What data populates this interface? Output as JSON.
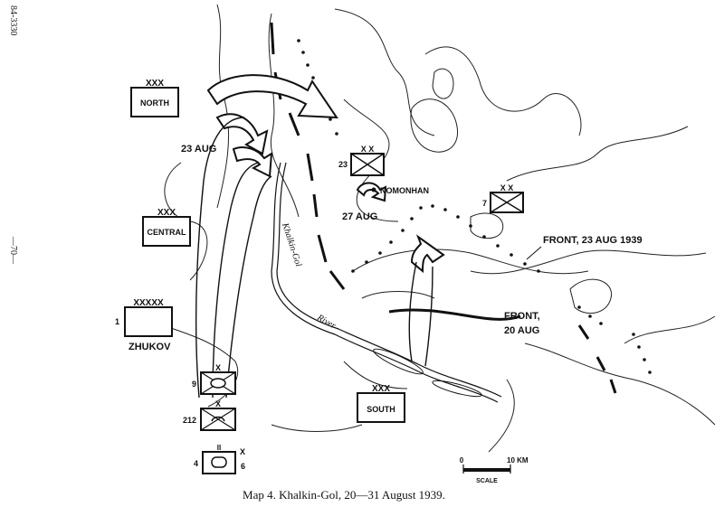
{
  "side_labels": {
    "doc_id": "84-3330",
    "page": "—70—"
  },
  "caption": "Map 4.  Khalkin-Gol, 20—31 August 1939.",
  "units": {
    "north": {
      "echelon": "XXX",
      "label": "NORTH"
    },
    "central": {
      "echelon": "XXX",
      "label": "CENTRAL"
    },
    "south": {
      "echelon": "XXX",
      "label": "SOUTH"
    },
    "zhukov": {
      "echelon": "XXXXX",
      "number": "1",
      "label": "ZHUKOV"
    },
    "div23": {
      "echelon": "X X",
      "number": "23"
    },
    "div7": {
      "echelon": "X  X",
      "number": "7"
    },
    "bde9": {
      "echelon": "X",
      "number": "9"
    },
    "bde212": {
      "echelon": "X",
      "number": "212"
    },
    "bde6": {
      "echelon": "II",
      "number_left": "4",
      "echelon_right": "X",
      "number_right": "6"
    }
  },
  "labels": {
    "aug23": "23 AUG",
    "aug27": "27 AUG",
    "nomonhan": "NOMONHAN",
    "front23": "FRONT, 23 AUG 1939",
    "front20_line1": "FRONT,",
    "front20_line2": "20 AUG",
    "river1": "Khalkin-Gol",
    "river2": "River"
  },
  "scale": {
    "zero": "0",
    "ten": "10 KM",
    "label": "SCALE"
  }
}
